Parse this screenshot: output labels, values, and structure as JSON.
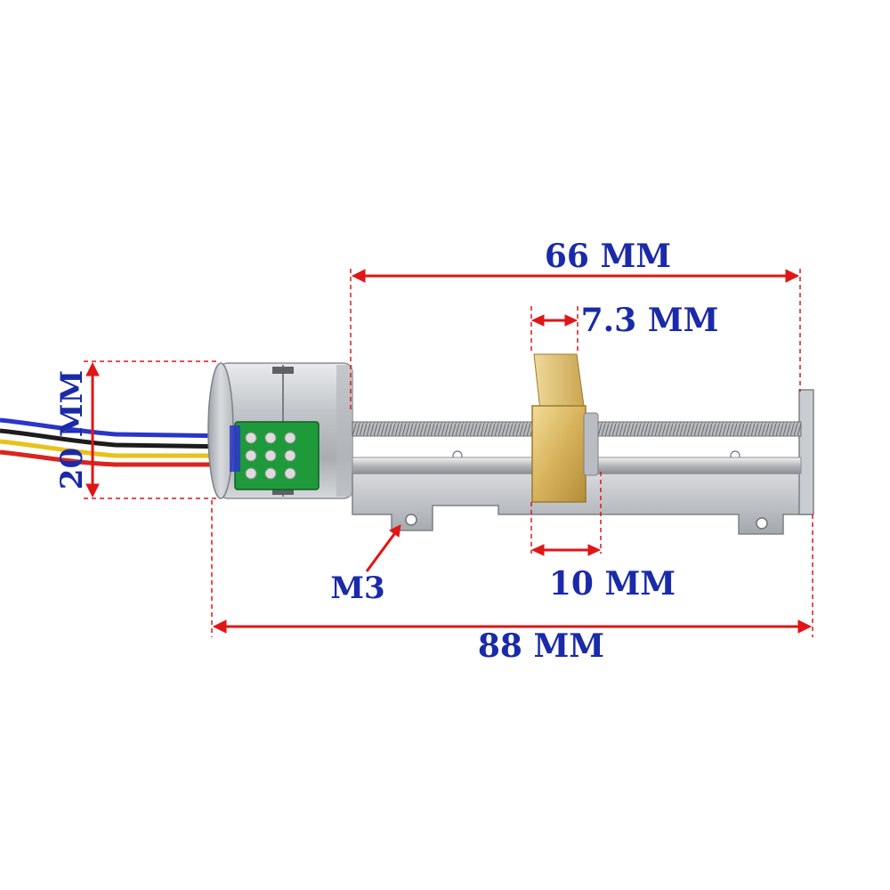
{
  "dimensions": {
    "lead_screw_length": "66 MM",
    "slider_width": "7.3 MM",
    "slider_travel_gap": "10 MM",
    "motor_diameter": "20 MM",
    "total_length": "88 MM",
    "mount_thread": "M3"
  },
  "colors": {
    "dimension_line": "#e01616",
    "label_text": "#1a2aa8",
    "motor_body": "#c9ccd0",
    "slider_block": "#d6b45e",
    "pcb": "#1f9a3a",
    "frame": "#b9bcc0"
  },
  "wires": [
    "blue",
    "black",
    "yellow",
    "red"
  ]
}
